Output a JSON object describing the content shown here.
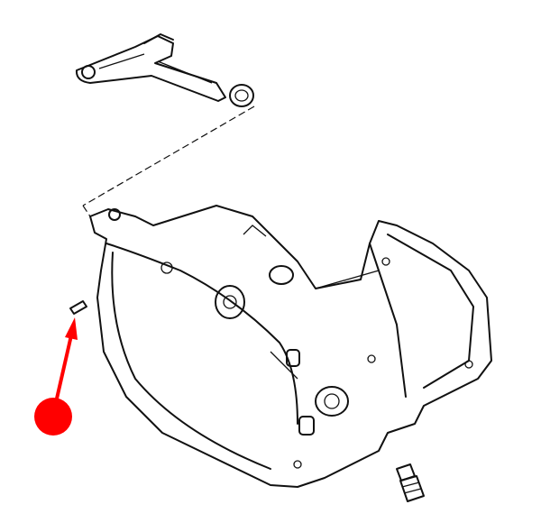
{
  "diagram": {
    "parts": [
      "crank-lever",
      "o-ring",
      "crankcase-half",
      "screw",
      "plug-fitting"
    ],
    "marker": {
      "type": "arrow-with-dot",
      "color": "#ff0000",
      "points_to": "screw"
    }
  }
}
